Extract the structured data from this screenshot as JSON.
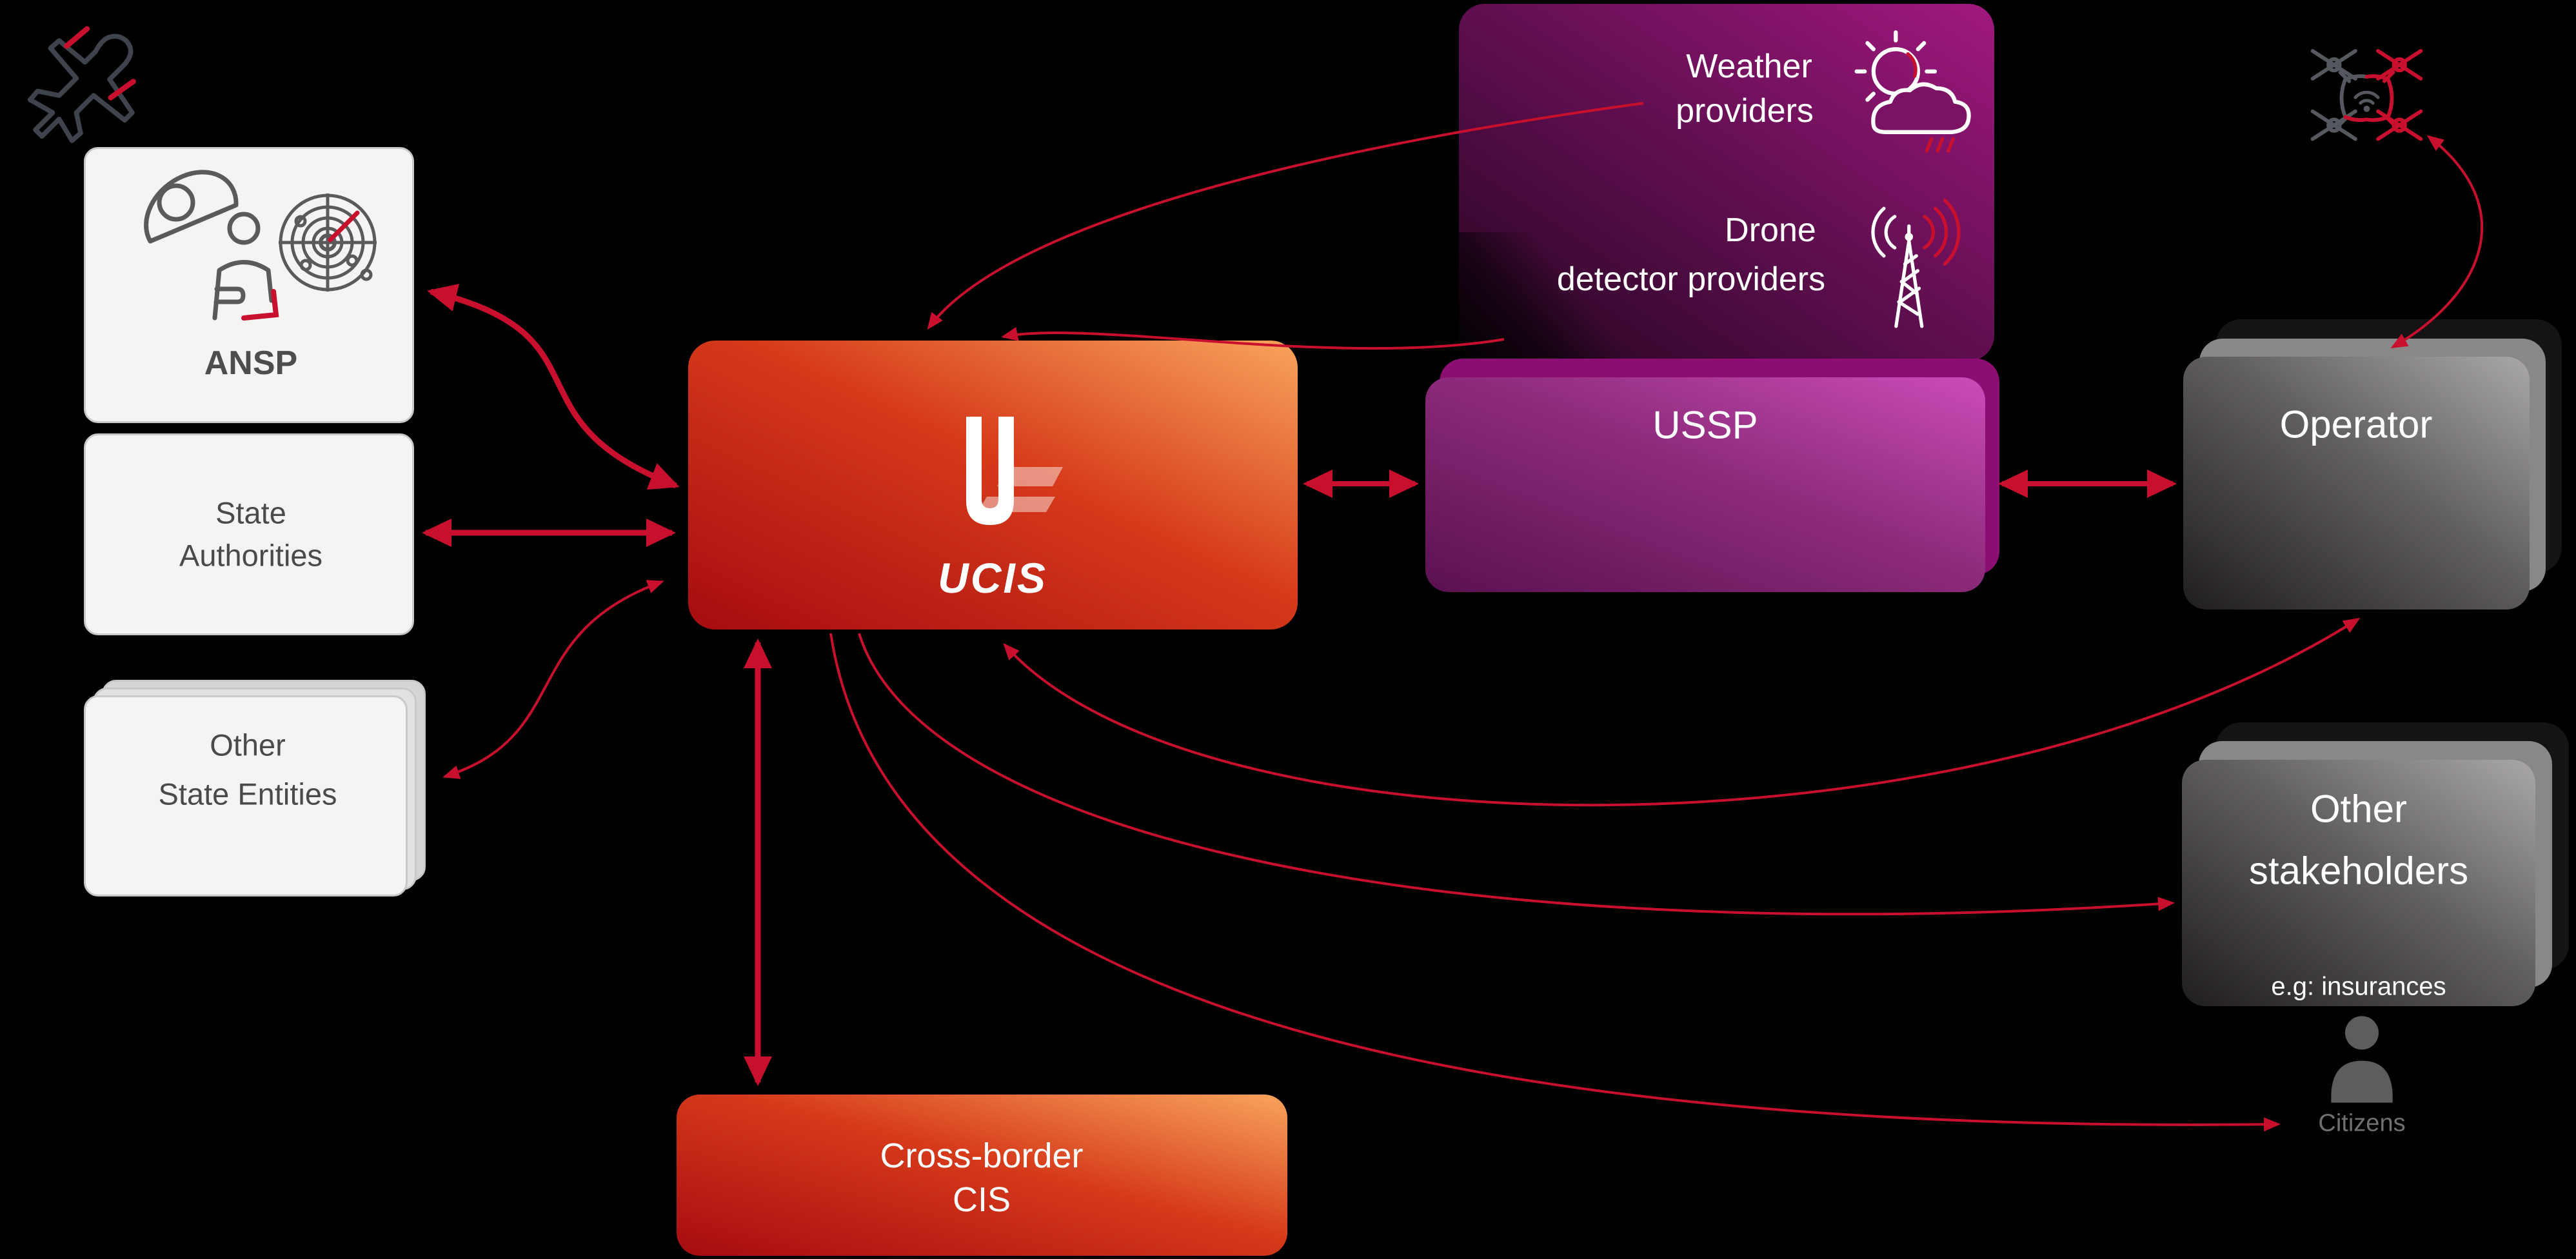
{
  "colors": {
    "accent": "#c8102e",
    "background": "#000000",
    "ucis_grad_1": "#a60b11",
    "ucis_grad_2": "#d63a1a",
    "ucis_grad_3": "#f8a45c",
    "purple_grad_1": "#24051f",
    "purple_grad_2": "#5d0e4e",
    "purple_grad_3": "#a1187f",
    "ussp_grad_1": "#5a1150",
    "ussp_grad_2": "#8f2c7c",
    "ussp_grad_3": "#cb4cb8",
    "ussp_back": "#8c0e72",
    "gray_grad_1": "#201d1e",
    "gray_grad_2": "#615e5f",
    "gray_grad_3": "#aaa7a8",
    "gray_back_1": "#8a8788",
    "gray_back_2": "#161314",
    "white_box_fill": "#f5f4f3",
    "white_box_border": "#cac8c8",
    "white_box_text": "#4a4a4a",
    "icon_gray": "#4c5058",
    "drone_gray": "#55585e",
    "citizens_gray": "#5d5d5d",
    "citizens_text": "#707070",
    "white": "#ffffff"
  },
  "nodes": {
    "ansp": {
      "label": "ANSP"
    },
    "state_authorities": {
      "line1": "State",
      "line2": "Authorities"
    },
    "other_state_entities": {
      "line1": "Other",
      "line2": "State Entities"
    },
    "ucis": {
      "logo": "UCIS"
    },
    "providers": {
      "weather_line1": "Weather",
      "weather_line2": "providers",
      "drone_line1": "Drone",
      "drone_line2": "detector providers"
    },
    "ussp": {
      "label": "USSP"
    },
    "operator": {
      "label": "Operator"
    },
    "other_stakeholders": {
      "line1": "Other",
      "line2": "stakeholders",
      "note": "e.g: insurances"
    },
    "citizens": {
      "label": "Citizens"
    },
    "cross_border_cis": {
      "line1": "Cross-border",
      "line2": "CIS"
    }
  }
}
